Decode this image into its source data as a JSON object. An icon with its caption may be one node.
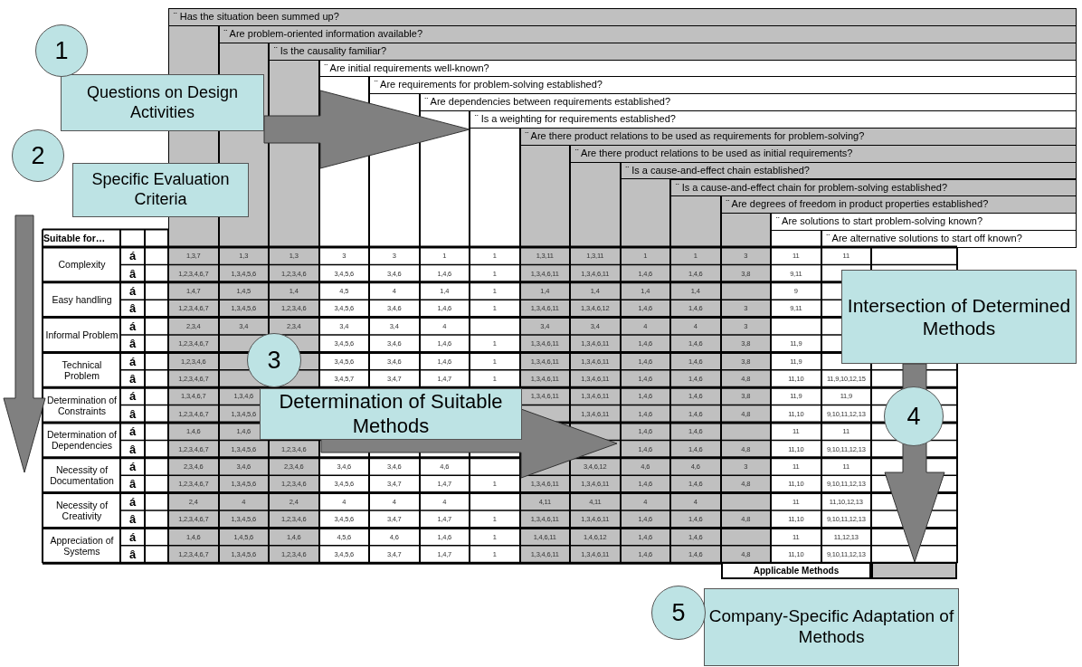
{
  "diagram": {
    "nodes": [
      {
        "text": [
          "1"
        ]
      },
      {
        "text": [
          "Questions on Design Activities"
        ]
      },
      {
        "text": [
          "¨ Has the situation been summed up?"
        ]
      },
      {
        "text": [
          "¨ Are problem-oriented information available?"
        ]
      },
      {
        "text": [
          "¨ Is the causality familiar?"
        ]
      },
      {
        "text": [
          "¨ Are initial requirements well-known?"
        ]
      },
      {
        "text": [
          "¨ Are requirements for problem-solving established?"
        ]
      },
      {
        "text": [
          "¨ Are dependencies between requirements established?"
        ]
      },
      {
        "text": [
          "¨ Is a weighting for requirements established?"
        ]
      },
      {
        "text": [
          "¨ Are there product relations to be used as requirements for problem-solving?"
        ]
      },
      {
        "text": [
          "¨ Are there product relations to be used as initial requirements?"
        ]
      },
      {
        "text": [
          "¨ Is a cause-and-effect chain established?"
        ]
      },
      {
        "text": [
          "¨ Is a cause-and-effect chain for problem-solving established?"
        ]
      },
      {
        "text": [
          "¨ Are degrees of freedom in product properties established?"
        ]
      },
      {
        "text": [
          "¨ Are solutions to start problem-solving known?"
        ]
      },
      {
        "text": [
          "¨ Are alternative solutions to start off known?"
        ]
      },
      {
        "text": [
          "2"
        ]
      },
      {
        "text": [
          "Specific Evaluation Criteria"
        ]
      },
      {
        "text": [
          "3"
        ]
      },
      {
        "text": [
          "Determination of Suitable Methods"
        ]
      },
      {
        "text": [
          "Intersection of Determined Methods"
        ]
      },
      {
        "text": [
          "4"
        ]
      },
      {
        "text": [
          "5"
        ]
      },
      {
        "text": [
          "Company-Specific Adaptation of Methods"
        ]
      },
      {
        "text": [],
        "shape": "box"
      }
    ],
    "edges": [
      {
        "from": 1,
        "to": 8,
        "arrow": "to"
      },
      {
        "from": 20,
        "to": 24,
        "arrow": "to"
      }
    ],
    "labels": [
      "Suitable for…",
      "Complexity",
      "á",
      "1,3,7",
      "1,3",
      "1,3",
      "3",
      "3",
      "1",
      "1",
      "1,3,11",
      "1,3,11",
      "1",
      "1",
      "3",
      "11",
      "11",
      "â",
      "1,2,3,4,6,7",
      "1,3,4,5,6",
      "1,2,3,4,6",
      "3,4,5,6",
      "3,4,6",
      "1,4,6",
      "1",
      "1,3,4,6,11",
      "1,3,4,6,11",
      "1,4,6",
      "1,4,6",
      "3,8",
      "9,11",
      "Easy handling",
      "á",
      "1,4,7",
      "1,4,5",
      "1,4",
      "4,5",
      "4",
      "1,4",
      "1",
      "1,4",
      "1,4",
      "1,4",
      "1,4",
      "9",
      "â",
      "1,2,3,4,6,7",
      "1,3,4,5,6",
      "1,2,3,4,6",
      "3,4,5,6",
      "3,4,6",
      "1,4,6",
      "1",
      "1,3,4,6,11",
      "1,3,4,6,12",
      "1,4,6",
      "1,4,6",
      "3",
      "9,11",
      "Informal Problem",
      "á",
      "2,3,4",
      "3,4",
      "2,3,4",
      "3,4",
      "3,4",
      "4",
      "3,4",
      "3,4",
      "4",
      "4",
      "3",
      "â",
      "1,2,3,4,6,7",
      "3,4,5,6",
      "3,4,6",
      "1,4,6",
      "1",
      "1,3,4,6,11",
      "1,3,4,6,11",
      "1,4,6",
      "1,4,6",
      "3,8",
      "11,9",
      "Technical Problem",
      "á",
      "1,2,3,4,6",
      "3,4,5,6",
      "3,4,6",
      "1,4,6",
      "1",
      "1,3,4,6,11",
      "1,3,4,6,11",
      "1,4,6",
      "1,4,6",
      "3,8",
      "11,9",
      "â",
      "1,2,3,4,6,7",
      "3,4,5,7",
      "3,4,7",
      "1,4,7",
      "1",
      "1,3,4,6,11",
      "1,3,4,6,11",
      "1,4,6",
      "1,4,6",
      "4,8",
      "11,10",
      "11,9,10,12,15",
      "Determination of Constraints",
      "á",
      "1,3,4,6,7",
      "1,3,4,6",
      "1,3,4,6,11",
      "1,3,4,6,11",
      "1,4,6",
      "1,4,6",
      "3,8",
      "11,9",
      "11,9",
      "â",
      "1,2,3,4,6,7",
      "1,3,4,5,6",
      "1,3,4,6,11",
      "1,4,6",
      "1,4,6",
      "4,8",
      "11,10",
      "9,10,11,12,13",
      "Determination of Dependencies",
      "á",
      "1,4,6",
      "1,4,6",
      "1,4,6",
      "1,4,6",
      "11",
      "11",
      "â",
      "1,2,3,4,6,7",
      "1,3,4,5,6",
      "1,2,3,4,6",
      "1,4,6",
      "1,4,6",
      "4,8",
      "11,10",
      "9,10,11,12,13",
      "Necessity of Documentation",
      "á",
      "2,3,4,6",
      "3,4,6",
      "2,3,4,6",
      "3,4,6",
      "3,4,6",
      "4,6",
      "3,4,6,12",
      "4,6",
      "4,6",
      "3",
      "11",
      "11",
      "â",
      "1,2,3,4,6,7",
      "1,3,4,5,6",
      "1,2,3,4,6",
      "3,4,5,6",
      "3,4,7",
      "1,4,7",
      "1",
      "1,3,4,6,11",
      "1,3,4,6,11",
      "1,4,6",
      "1,4,6",
      "4,8",
      "11,10",
      "9,10,11,12,13",
      "Necessity of Creativity",
      "á",
      "2,4",
      "4",
      "2,4",
      "4",
      "4",
      "4",
      "4,11",
      "4,11",
      "4",
      "4",
      "11",
      "11,10,12,13",
      "â",
      "1,2,3,4,6,7",
      "1,3,4,5,6",
      "1,2,3,4,6",
      "3,4,5,6",
      "3,4,7",
      "1,4,7",
      "1",
      "1,3,4,6,11",
      "1,3,4,6,11",
      "1,4,6",
      "1,4,6",
      "4,8",
      "11,10",
      "9,10,11,12,13",
      "Appreciation of Systems",
      "á",
      "1,4,6",
      "1,4,5,6",
      "1,4,6",
      "4,5,6",
      "4,6",
      "1,4,6",
      "1",
      "1,4,6,11",
      "1,4,6,12",
      "1,4,6",
      "1,4,6",
      "11",
      "11,12,13",
      "â",
      "1,2,3,4,6,7",
      "1,3,4,5,6",
      "1,2,3,4,6",
      "3,4,5,6",
      "3,4,7",
      "1,4,7",
      "1",
      "1,3,4,6,11",
      "1,3,4,6,11",
      "1,4,6",
      "1,4,6",
      "4,8",
      "11,10",
      "9,10,11,12,13",
      "Applicable Methods"
    ]
  }
}
